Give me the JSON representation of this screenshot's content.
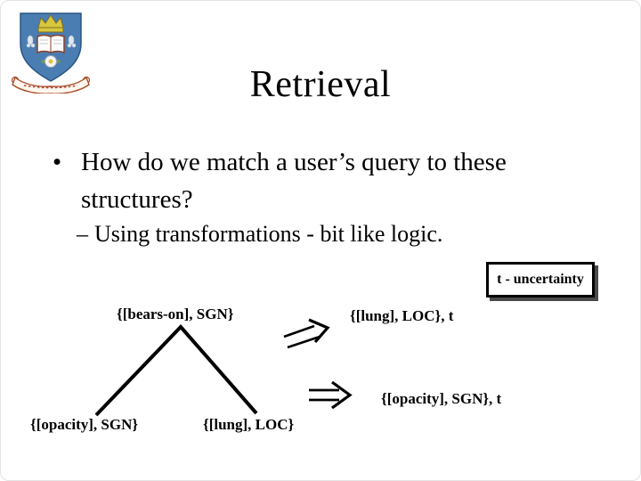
{
  "slide": {
    "title": "Retrieval",
    "bullets": [
      {
        "marker": "•",
        "text": "How do we match a user’s query to these structures?"
      },
      {
        "marker": "–",
        "text": "Using transformations - bit like logic."
      }
    ]
  },
  "uncertainty_box": {
    "label": "t - uncertainty"
  },
  "diagram": {
    "tree": {
      "root_label": "{[bears-on], SGN}",
      "left_leaf_label": "{[opacity], SGN}",
      "right_leaf_label": "{[lung], LOC}"
    },
    "results": {
      "top_label": "{[lung], LOC}, t",
      "bottom_label": "{[opacity], SGN}, t"
    },
    "arrows": [
      {
        "name": "double-arrow-up-right"
      },
      {
        "name": "double-arrow-right"
      }
    ]
  },
  "logo": {
    "alt": "University crest"
  },
  "colors": {
    "shield_blue": "#4a7db2",
    "shield_outline": "#2a5683",
    "crown_gold": "#d8c63f",
    "banner_red": "#a84e2c",
    "box_shadow": "#4a4a4a",
    "ink": "#000000"
  }
}
